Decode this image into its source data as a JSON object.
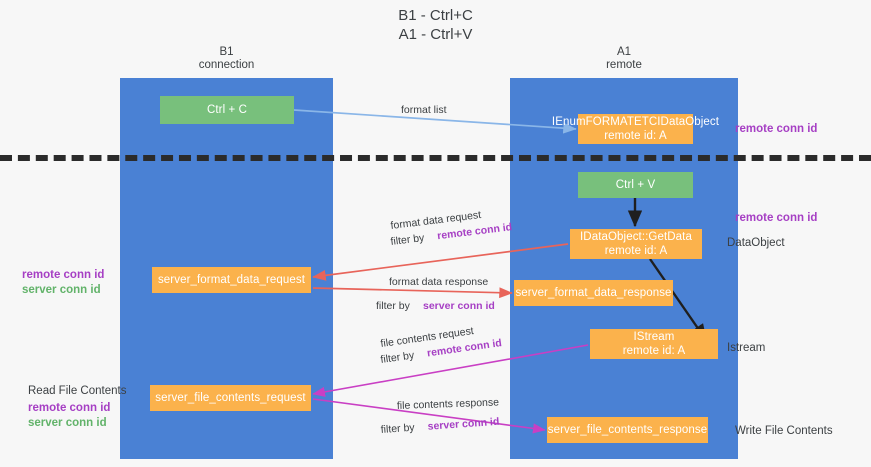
{
  "title": "B1 - Ctrl+C\nA1 - Ctrl+V",
  "columns": {
    "left": "B1\nconnection",
    "right": "A1\nremote"
  },
  "nodes": {
    "ctrl_c": {
      "line1": "Ctrl + C",
      "line2": "",
      "color": "#78c07c"
    },
    "enum_format": {
      "line1": "IEnumFORMATETCIDataObject",
      "line2": "remote id: A",
      "color": "#fbb24c"
    },
    "ctrl_v": {
      "line1": "Ctrl + V",
      "line2": "",
      "color": "#78c07c"
    },
    "getdata": {
      "line1": "IDataObject::GetData",
      "line2": "remote id: A",
      "color": "#fbb24c"
    },
    "fmt_req": {
      "line1": "server_format_data_request",
      "line2": "",
      "color": "#fbb24c"
    },
    "fmt_resp": {
      "line1": "server_format_data_response",
      "line2": "",
      "color": "#fbb24c"
    },
    "istream": {
      "line1": "IStream",
      "line2": "remote id: A",
      "color": "#fbb24c"
    },
    "file_req": {
      "line1": "server_file_contents_request",
      "line2": "",
      "color": "#fbb24c"
    },
    "file_resp": {
      "line1": "server_file_contents_response",
      "line2": "",
      "color": "#fbb24c"
    }
  },
  "edges": {
    "format_list": "format list",
    "fmt_req_l1": "format data request",
    "fmt_req_l2a": "filter by ",
    "fmt_req_l2b": "remote conn id",
    "fmt_resp_l1": "format data response",
    "fmt_resp_l2a": "filter by ",
    "fmt_resp_l2b": "server conn id",
    "file_req_l1": "file contents request",
    "file_req_l2a": "filter by ",
    "file_req_l2b": "remote conn id",
    "file_resp_l1": "file contents response",
    "file_resp_l2a": "filter by ",
    "file_resp_l2b": "server conn id"
  },
  "side_labels": {
    "right_remote_conn_top": "remote conn id",
    "right_remote_conn_mid": "remote conn id",
    "right_dataobject": "DataObject",
    "right_istream": "Istream",
    "right_write": "Write File Contents",
    "left_remote_conn": "remote conn id",
    "left_server_conn": "server conn id",
    "left_read": "Read File Contents",
    "left_remote_conn2": "remote conn id",
    "left_server_conn2": "server conn id"
  },
  "colors": {
    "lane": "#4a81d4",
    "green_node": "#78c07c",
    "orange_node": "#fbb24c",
    "purple_text": "#a63fc4",
    "green_text": "#62b36a",
    "arrow_blue": "#8ab6e8",
    "arrow_red": "#e8645a",
    "arrow_magenta": "#c93fc4",
    "arrow_black": "#1f1f1f",
    "background": "#f7f7f7",
    "divider": "#2b2b2b"
  }
}
